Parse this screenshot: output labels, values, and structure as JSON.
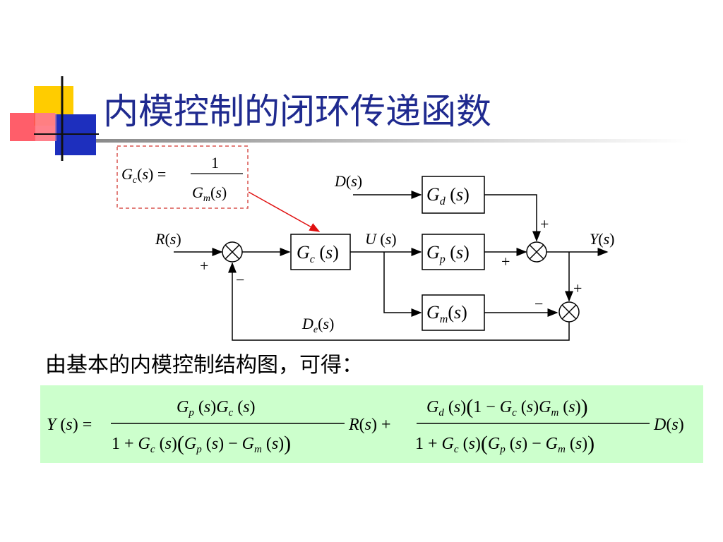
{
  "slide": {
    "title": "内模控制的闭环传递函数",
    "caption": "由基本的内模控制结构图，可得："
  },
  "colors": {
    "title": "#1f2a8f",
    "formula_box_bg": "#ccffcc",
    "callout_box_border": "#d9534f",
    "callout_arrow": "#e01010",
    "deco_yellow": "#ffcc00",
    "deco_blue": "#1d2fbe",
    "deco_red": "#ff4d5a"
  },
  "diagram": {
    "signals": {
      "R": "R(s)",
      "U": "U(s)",
      "Y": "Y(s)",
      "D": "D(s)",
      "De": "De(s)"
    },
    "blocks": {
      "Gc": "Gc(s)",
      "Gp": "Gp(s)",
      "Gd": "Gd(s)",
      "Gm": "Gm(s)"
    },
    "signs": {
      "sum1_r": "+",
      "sum1_fb": "−",
      "sum2_gp": "+",
      "sum2_gd": "+",
      "sum3_y": "+",
      "sum3_gm": "−"
    },
    "controller_note": "Gc(s) = 1 / Gm(s)"
  },
  "formula": "Y(s) = Gp(s)Gc(s) / (1+Gc(s)(Gp(s)−Gm(s))) R(s) + Gd(s)(1−Gc(s)Gm(s)) / (1+Gc(s)(Gp(s)−Gm(s))) D(s)"
}
